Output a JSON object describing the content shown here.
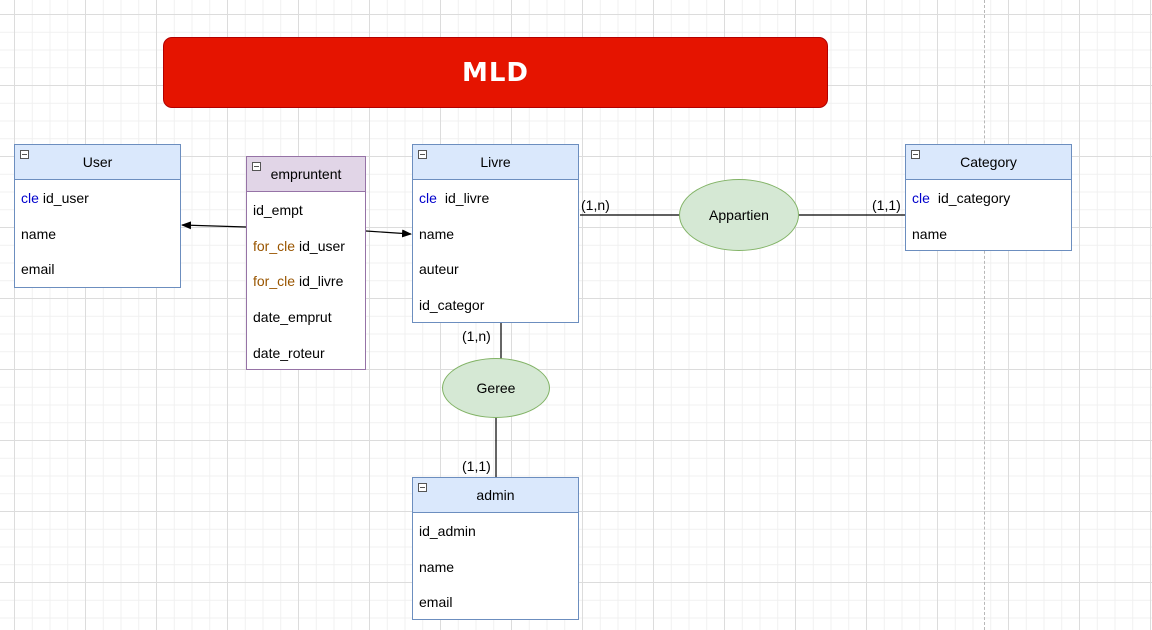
{
  "title": "MLD",
  "entities": {
    "user": {
      "name": "User",
      "fields": [
        {
          "key": "cle",
          "label": "id_user"
        },
        {
          "key": "",
          "label": "name"
        },
        {
          "key": "",
          "label": "email"
        }
      ]
    },
    "empruntent": {
      "name": "empruntent",
      "fields": [
        {
          "key": "",
          "label": "id_empt"
        },
        {
          "key": "for_cle",
          "label": "id_user"
        },
        {
          "key": "for_cle",
          "label": "id_livre"
        },
        {
          "key": "",
          "label": "date_emprut"
        },
        {
          "key": "",
          "label": "date_roteur"
        }
      ]
    },
    "livre": {
      "name": "Livre",
      "fields": [
        {
          "key": "cle",
          "label": "id_livre"
        },
        {
          "key": "",
          "label": "name"
        },
        {
          "key": "",
          "label": "auteur"
        },
        {
          "key": "",
          "label": "id_categor"
        }
      ]
    },
    "category": {
      "name": "Category",
      "fields": [
        {
          "key": "cle",
          "label": "id_category"
        },
        {
          "key": "",
          "label": "name"
        }
      ]
    },
    "admin": {
      "name": "admin",
      "fields": [
        {
          "key": "",
          "label": "id_admin"
        },
        {
          "key": "",
          "label": "name"
        },
        {
          "key": "",
          "label": "email"
        }
      ]
    }
  },
  "relations": {
    "appartien": {
      "name": "Appartien",
      "card_left": "(1,n)",
      "card_right": "(1,1)"
    },
    "geree": {
      "name": "Geree",
      "card_top": "(1,n)",
      "card_bottom": "(1,1)"
    }
  },
  "colors": {
    "banner": "#e51400",
    "entity_header": "#dae8fc",
    "entity_border": "#6c8ebf",
    "link_entity_header": "#e1d5e7",
    "link_entity_border": "#9673a6",
    "relation_fill": "#d5e8d4",
    "relation_border": "#82b366",
    "primary_key_text": "#0000cc",
    "foreign_key_text": "#995500"
  }
}
